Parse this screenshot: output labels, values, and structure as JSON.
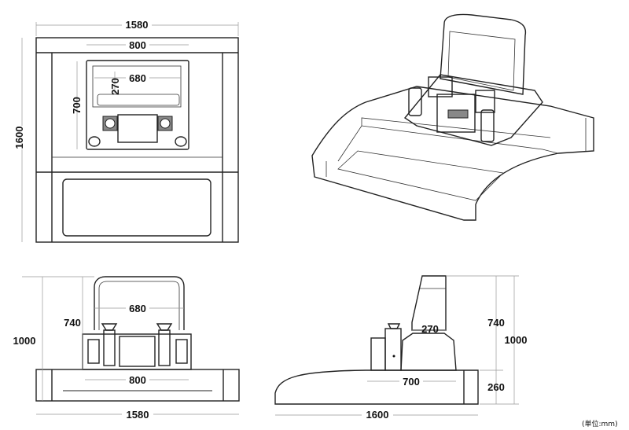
{
  "top_view": {
    "width": "1580",
    "depth": "1600",
    "unit_width": "800",
    "unit_depth": "700",
    "inner_width": "680",
    "inner_depth": "270"
  },
  "front_view": {
    "width": "1580",
    "base_unit_width": "800",
    "inner_width": "680",
    "upper_height": "740",
    "total_height": "1000"
  },
  "side_view": {
    "depth": "1600",
    "base_unit_depth": "700",
    "column_depth": "270",
    "upper_height": "740",
    "total_height": "1000",
    "base_height": "260"
  },
  "unit_note": "(単位:mm)"
}
